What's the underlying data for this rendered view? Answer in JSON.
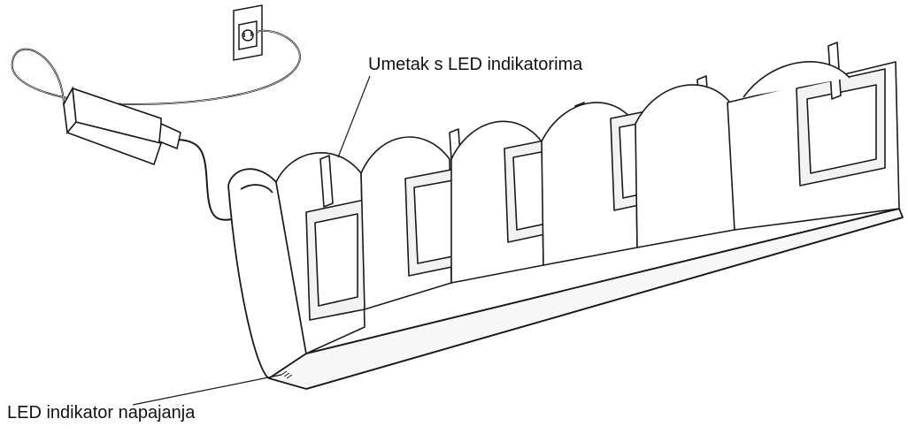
{
  "callouts": {
    "led_insert": "Umetak s LED indikatorima",
    "power_led": "LED indikator napajanja"
  },
  "cradle": {
    "slot_count": 5
  },
  "colors": {
    "line": "#1a1a1a",
    "fill": "#ffffff",
    "shade": "#f2f2f2"
  }
}
